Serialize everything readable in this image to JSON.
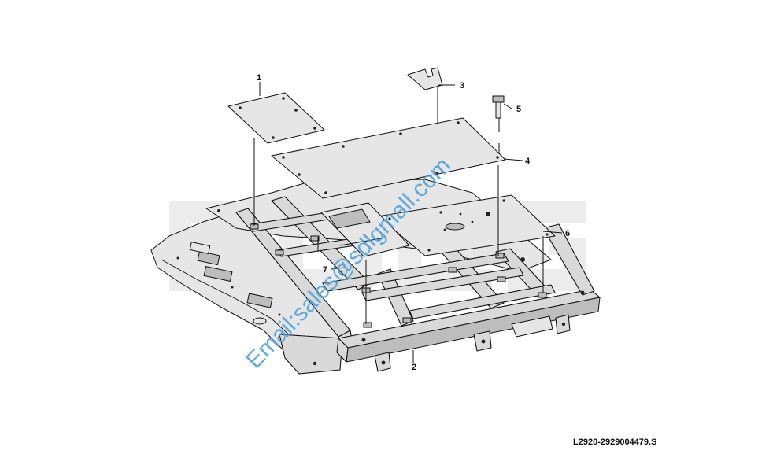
{
  "diagram": {
    "reference_code": "L2920-2929004479.S",
    "callouts": [
      {
        "id": "1",
        "label": "1"
      },
      {
        "id": "2",
        "label": "2"
      },
      {
        "id": "3",
        "label": "3"
      },
      {
        "id": "4",
        "label": "4"
      },
      {
        "id": "5",
        "label": "5"
      },
      {
        "id": "6",
        "label": "6"
      },
      {
        "id": "7",
        "label": "7"
      }
    ]
  },
  "watermarks": {
    "email": "Email:sales@sdlgmall.com",
    "logo": "SDLG"
  },
  "colors": {
    "watermark_email": "#4a9ede",
    "watermark_logo": "#ececec",
    "line": "#111111",
    "part_fill": "#d9d9d9"
  }
}
